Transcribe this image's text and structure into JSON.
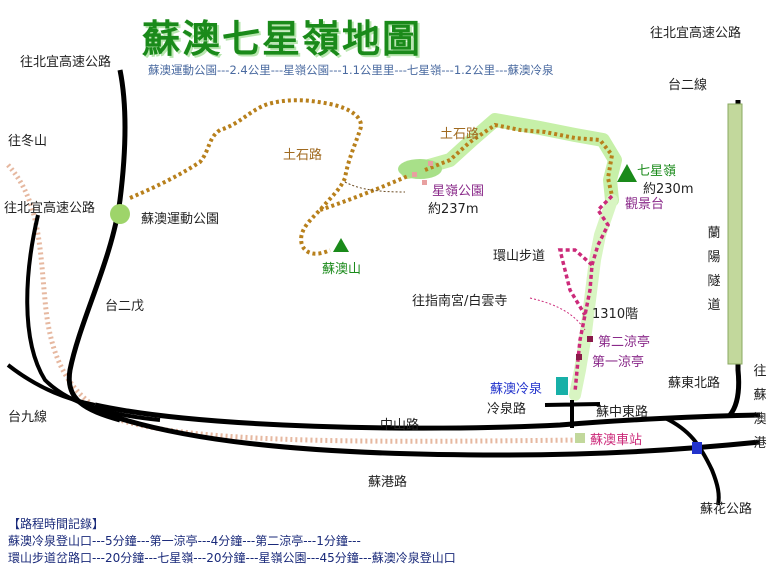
{
  "title": "蘇澳七星嶺地圖",
  "subtitle": "蘇澳運動公園---2.4公里---星嶺公園---1.1公里里---七星嶺---1.2公里---蘇澳冷泉",
  "labels": {
    "freeway_top": "往北宜高速公路",
    "freeway_left": "往北宜高速公路",
    "to_dongshan": "往冬山",
    "sports_park": "蘇澳運動公園",
    "tai2wu": "台二戊",
    "tai9": "台九線",
    "tai2": "台二線",
    "dirt_road_1": "土石路",
    "dirt_road_2": "土石路",
    "suao_mountain": "蘇澳山",
    "xingling_park": "星嶺公園",
    "xingling_alt": "約237m",
    "qixingling": "七星嶺",
    "qixingling_alt": "約230m",
    "viewpoint": "觀景台",
    "loop_trail": "環山步道",
    "to_temple": "往指南宮/白雲寺",
    "steps": "1310階",
    "pavilion_2": "第二涼亭",
    "pavilion_1": "第一涼亭",
    "cold_spring": "蘇澳冷泉",
    "cold_spring_rd": "冷泉路",
    "zhongshan_rd": "中山路",
    "suzhongdong_rd": "蘇中東路",
    "sudongbei_rd": "蘇東北路",
    "suao_station": "蘇澳車站",
    "sugang_rd": "蘇港路",
    "suhua_rd": "蘇花公路",
    "to_suao_port": "往蘇澳港",
    "tunnel": "蘭陽隧道"
  },
  "legend": {
    "heading": "【路程時間記錄】",
    "line1": "蘇澳冷泉登山口---5分鐘---第一涼亭---4分鐘---第二涼亭---1分鐘---",
    "line2": "環山步道岔路口---20分鐘---七星嶺---20分鐘---星嶺公園---45分鐘---蘇澳冷泉登山口"
  },
  "colors": {
    "title_green": "#1a8a1a",
    "road": "#000000",
    "dirt_trail": "#b8801c",
    "main_trail": "#cc2a7a",
    "highlight": "#c6f0a8",
    "railway": "#e6b8a0",
    "tunnel": "#c2d89c"
  }
}
